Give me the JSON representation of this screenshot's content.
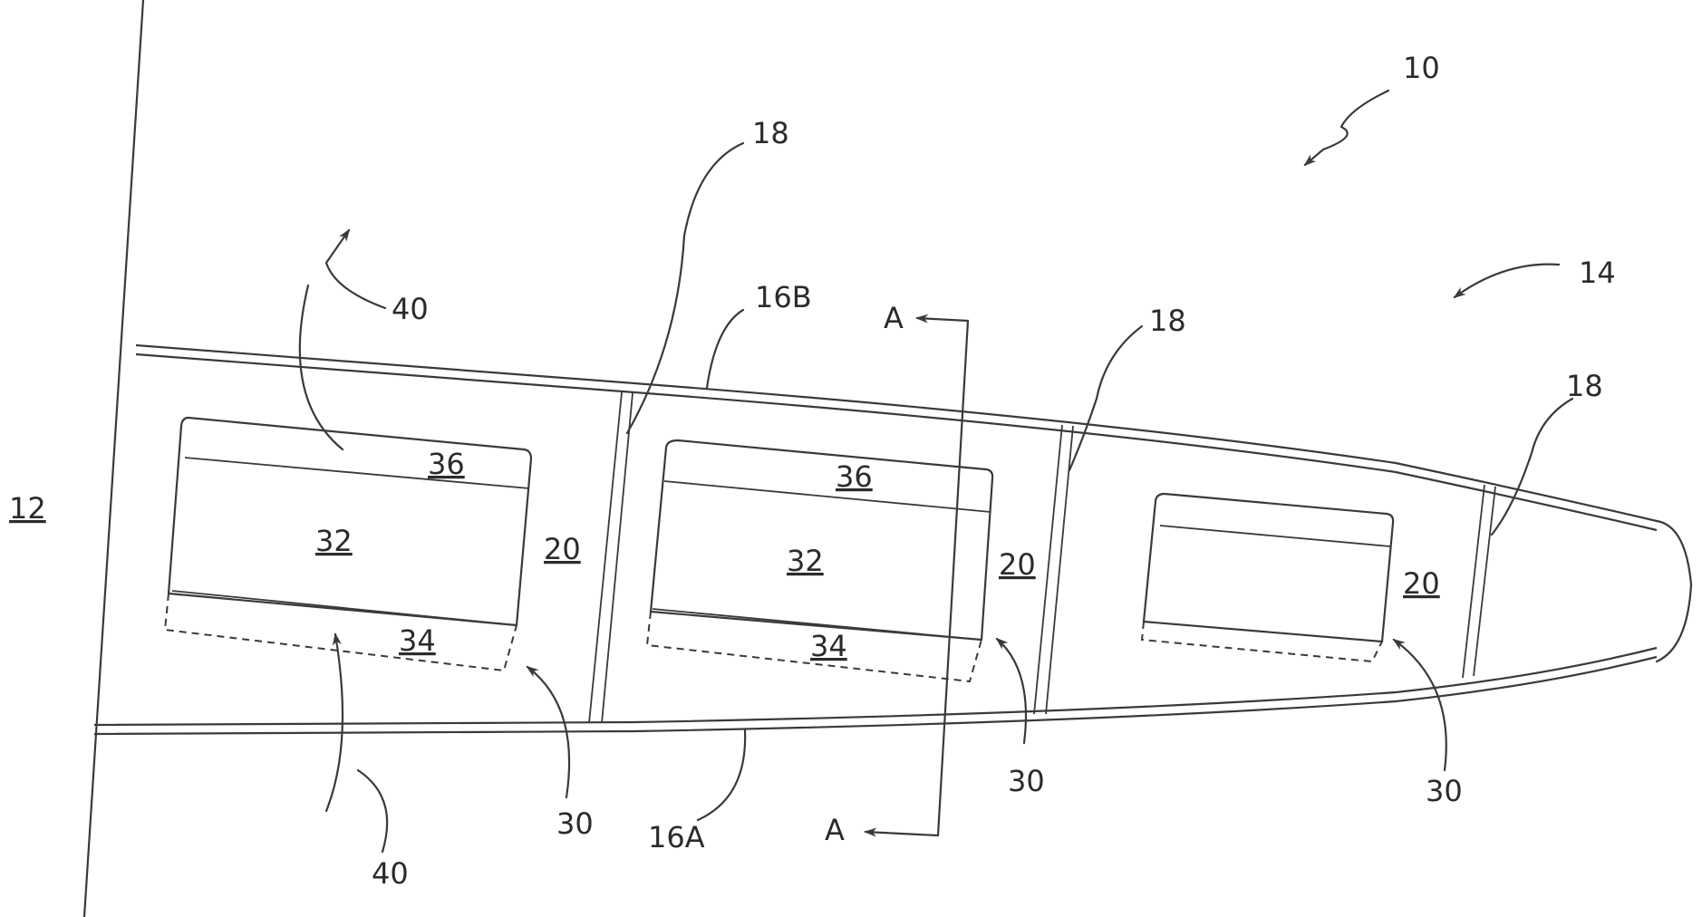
{
  "figure": {
    "labels": {
      "assembly": "10",
      "body": "12",
      "blade": "14",
      "surface_lower": "16A",
      "surface_upper": "16B",
      "spar_1": "18",
      "spar_2": "18",
      "spar_3": "18",
      "cavity_1": "20",
      "cavity_2": "20",
      "cavity_3": "20",
      "cartridge_1": "30",
      "cartridge_2": "30",
      "cartridge_3": "30",
      "core_1": "32",
      "core_2": "32",
      "lower_layer_1": "34",
      "lower_layer_2": "34",
      "upper_layer_1": "36",
      "upper_layer_2": "36",
      "flow_top": "40",
      "flow_bottom": "40",
      "section_top": "A",
      "section_bottom": "A"
    }
  }
}
